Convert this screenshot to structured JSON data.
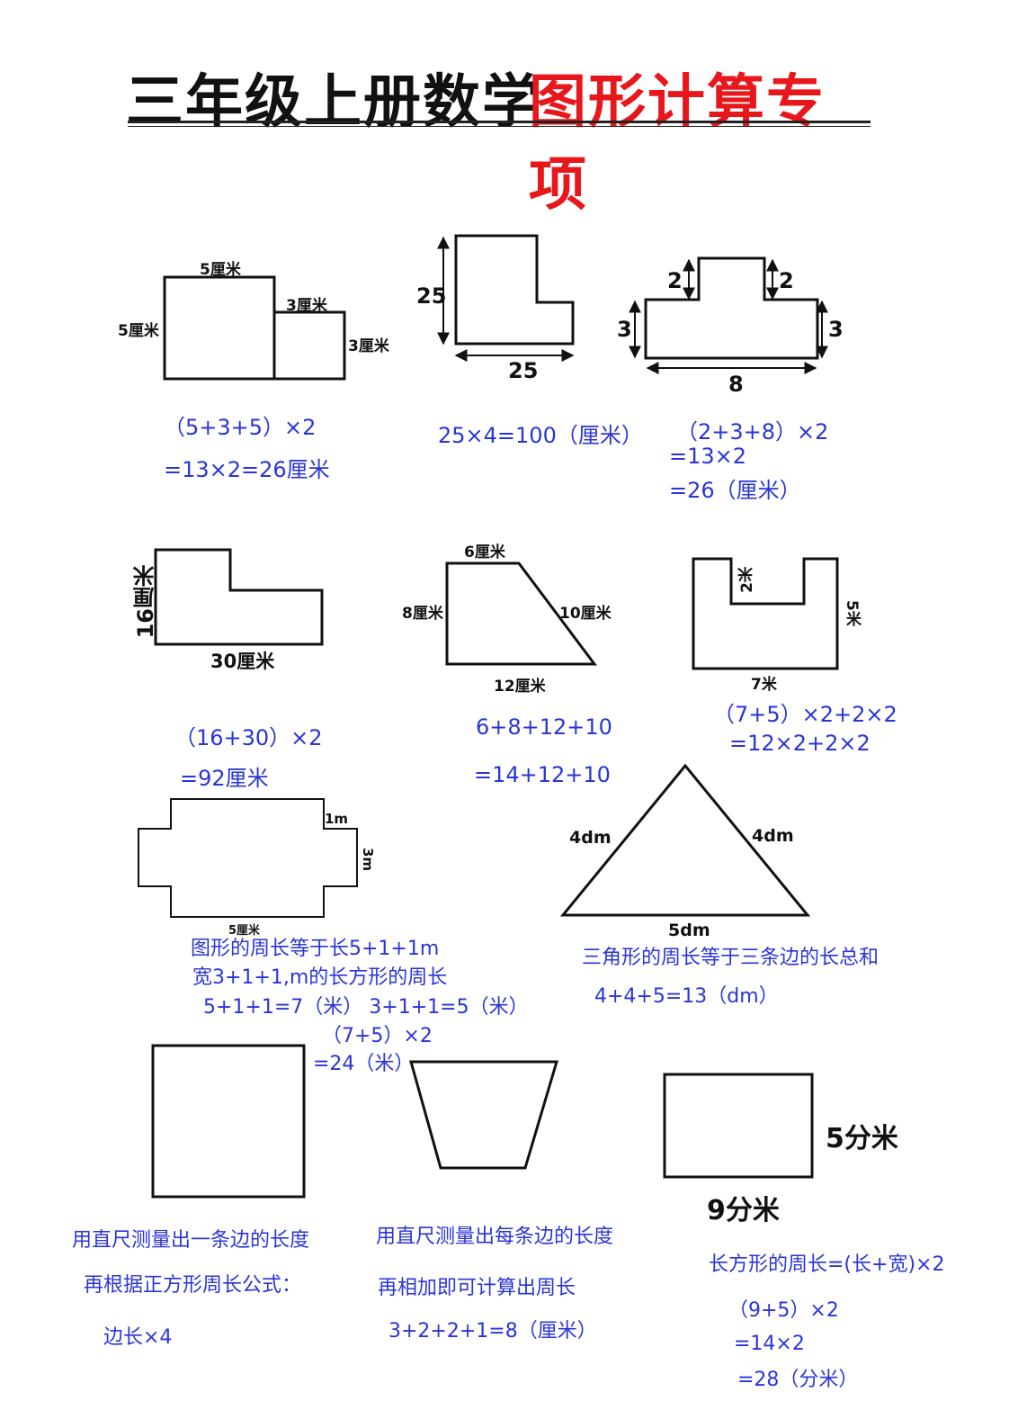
{
  "title": {
    "black": "三年级上册数学",
    "red": "图形计算专项"
  },
  "problems": [
    {
      "labels": {
        "top": "5厘米",
        "left": "5厘米",
        "small_top": "3厘米",
        "small_right": "3厘米"
      },
      "answer": [
        "（5+3+5）×2",
        "=13×2=26厘米"
      ]
    },
    {
      "labels": {
        "height": "25",
        "width": "25"
      },
      "answer": [
        "25×4=100（厘米）"
      ]
    },
    {
      "labels": {
        "left_top": "2",
        "right_top": "2",
        "left": "3",
        "right": "3",
        "bottom": "8"
      },
      "answer": [
        "（2+3+8）×2",
        "=13×2",
        "=26（厘米）"
      ]
    },
    {
      "labels": {
        "left": "16厘米",
        "bottom": "30厘米"
      },
      "answer": [
        "（16+30）×2",
        "=92厘米"
      ]
    },
    {
      "labels": {
        "top": "6厘米",
        "left": "8厘米",
        "slant": "10厘米",
        "bottom": "12厘米"
      },
      "answer": [
        "6+8+12+10",
        "=14+12+10"
      ]
    },
    {
      "labels": {
        "notch": "2米",
        "right": "5米",
        "bottom": "7米"
      },
      "answer": [
        "（7+5）×2+2×2",
        "=12×2+2×2"
      ]
    },
    {
      "labels": {
        "corner": "1m",
        "right": "3m",
        "bottom": "5厘米"
      },
      "answer": [
        "图形的周长等于长5+1+1m",
        "宽3+1+1,m的长方形的周长",
        "5+1+1=7（米）  3+1+1=5（米）",
        "（7+5）×2",
        "=24（米）"
      ]
    },
    {
      "labels": {
        "left": "4dm",
        "right": "4dm",
        "bottom": "5dm"
      },
      "answer": [
        "三角形的周长等于三条边的长总和",
        "4+4+5=13（dm）"
      ]
    },
    {
      "labels": {},
      "answer": [
        "用直尺测量出一条边的长度",
        "再根据正方形周长公式：",
        "边长×4"
      ]
    },
    {
      "labels": {},
      "answer": [
        "用直尺测量出每条边的长度",
        "再相加即可计算出周长",
        "3+2+2+1=8（厘米）"
      ]
    },
    {
      "labels": {
        "right": "5分米",
        "bottom": "9分米"
      },
      "answer": [
        "长方形的周长=(长+宽)×2",
        "（9+5）×2",
        "=14×2",
        "=28（分米）"
      ]
    }
  ]
}
